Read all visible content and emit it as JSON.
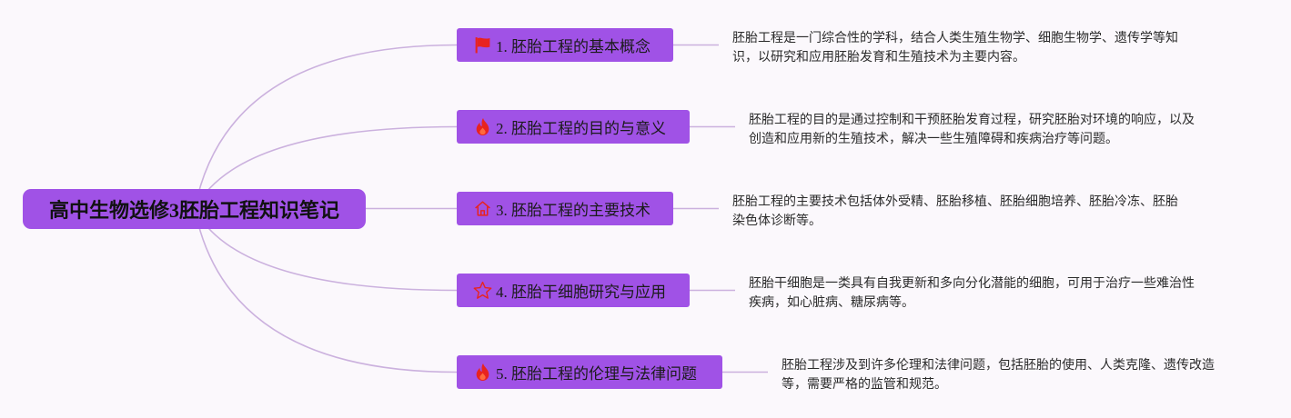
{
  "root": {
    "title": "高中生物选修3胚胎工程知识笔记"
  },
  "branches": [
    {
      "label": "1. 胚胎工程的基本概念",
      "icon": "flag-icon",
      "description": [
        "胚胎工程是一门综合性的学科，结合人类生殖生物学、细胞生物学、遗传学等知",
        "识，以研究和应用胚胎发育和生殖技术为主要内容。"
      ]
    },
    {
      "label": "2. 胚胎工程的目的与意义",
      "icon": "fire-icon",
      "description": [
        "胚胎工程的目的是通过控制和干预胚胎发育过程，研究胚胎对环境的响应，以及",
        "创造和应用新的生殖技术，解决一些生殖障碍和疾病治疗等问题。"
      ]
    },
    {
      "label": "3. 胚胎工程的主要技术",
      "icon": "home-icon",
      "description": [
        "胚胎工程的主要技术包括体外受精、胚胎移植、胚胎细胞培养、胚胎冷冻、胚胎",
        "染色体诊断等。"
      ]
    },
    {
      "label": "4. 胚胎干细胞研究与应用",
      "icon": "star-icon",
      "description": [
        "胚胎干细胞是一类具有自我更新和多向分化潜能的细胞，可用于治疗一些难治性",
        "疾病，如心脏病、糖尿病等。"
      ]
    },
    {
      "label": "5. 胚胎工程的伦理与法律问题",
      "icon": "fire-icon",
      "description": [
        "胚胎工程涉及到许多伦理和法律问题，包括胚胎的使用、人类克隆、遗传改造",
        "等，需要严格的监管和规范。"
      ]
    }
  ],
  "colors": {
    "node": "#a052e6",
    "icon": "#e8231f",
    "connector": "#cbb1de",
    "background": "#fbf8fc"
  }
}
